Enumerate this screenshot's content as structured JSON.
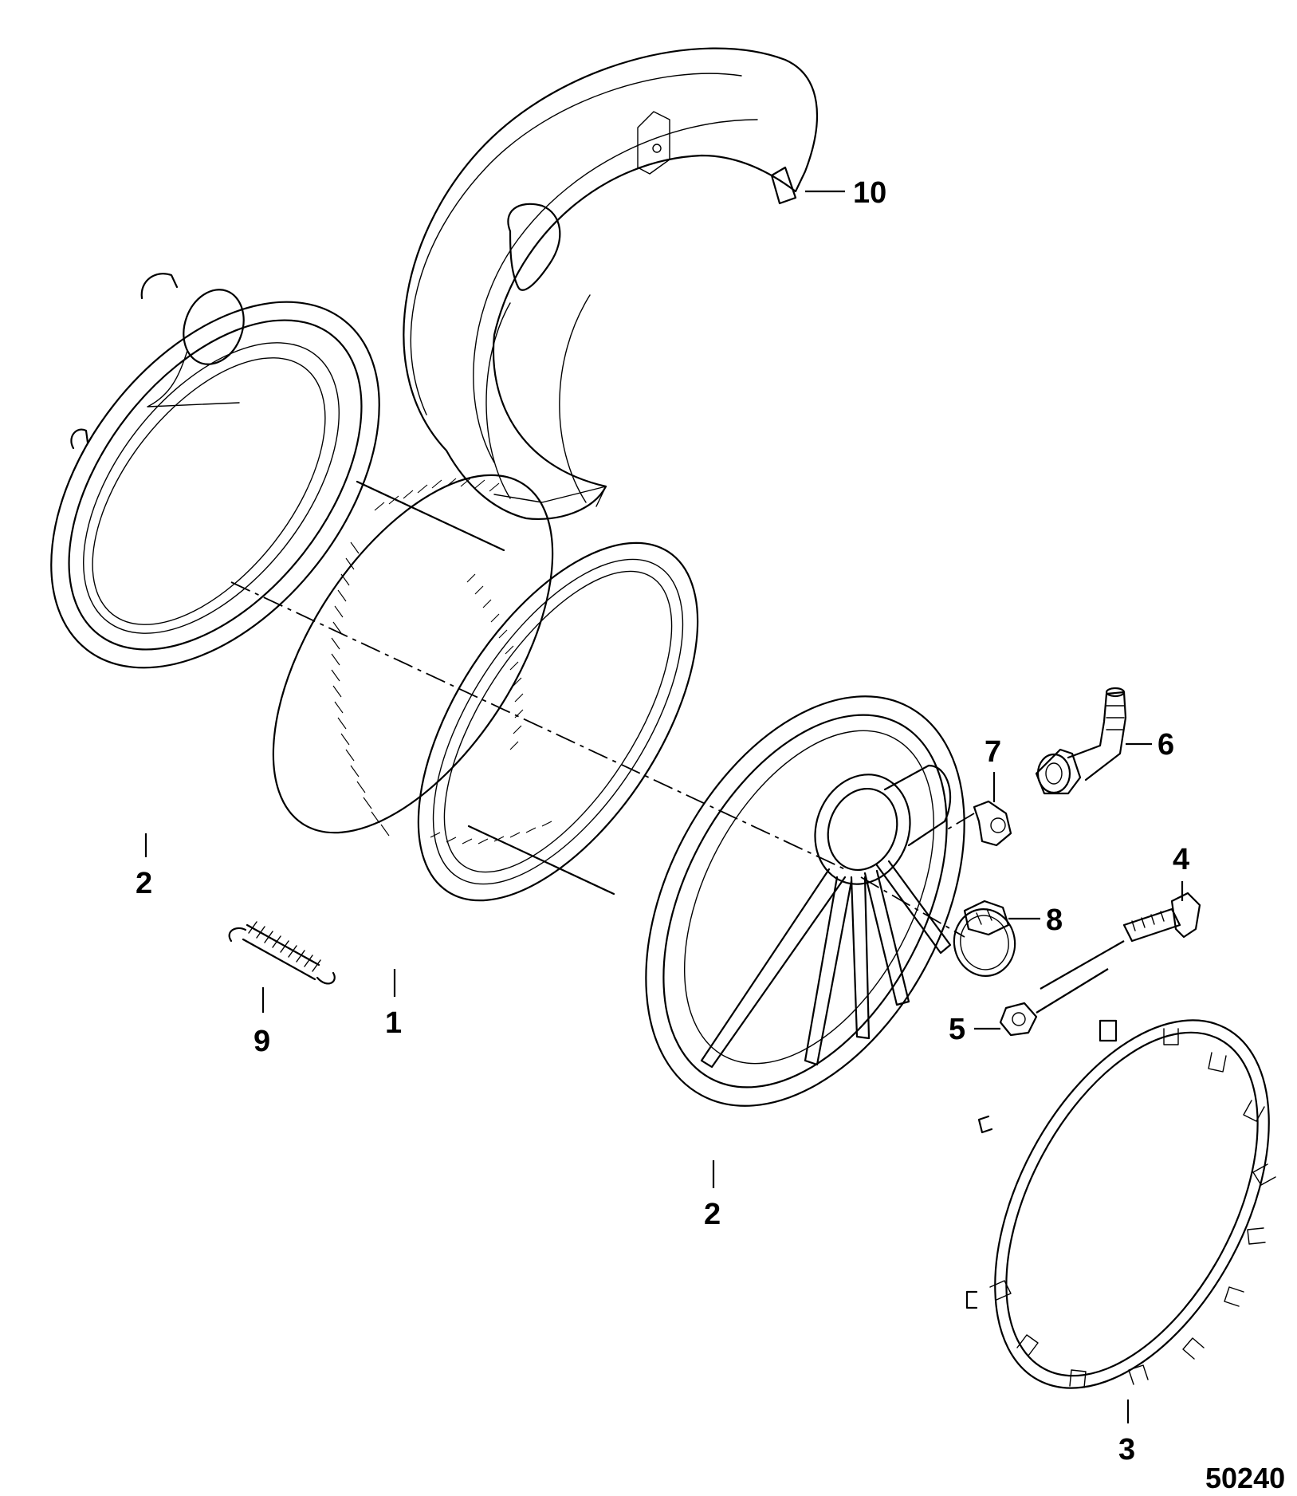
{
  "callouts": {
    "air_filter": "1",
    "cover_left": "2",
    "cover_right": "2",
    "clamp_ring": "3",
    "screw": "4",
    "nut": "5",
    "elbow_fitting": "6",
    "clip": "7",
    "hose_clamp": "8",
    "spring": "9",
    "shroud": "10"
  },
  "figure_number": "50240"
}
